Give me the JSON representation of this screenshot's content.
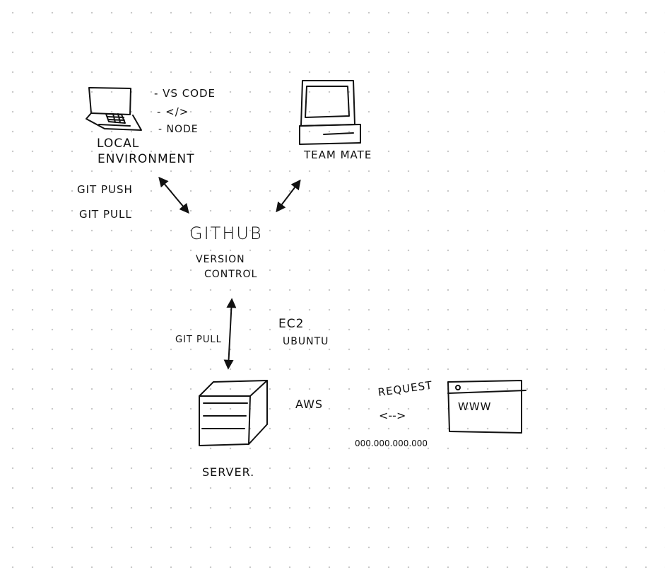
{
  "nodes": {
    "local": {
      "title_line1": "LOCAL",
      "title_line2": "ENVIRONMENT",
      "tools": [
        "- VS CODE",
        "- </>",
        "- NODE"
      ]
    },
    "teammate": {
      "title": "TEAM MATE"
    },
    "github": {
      "title": "GITHUB",
      "subtitle_line1": "VERSION",
      "subtitle_line2": "CONTROL"
    },
    "server": {
      "title": "SERVER."
    },
    "ec2": {
      "line1": "EC2",
      "line2": "UBUNTU"
    },
    "aws": {
      "title": "AWS"
    },
    "browser": {
      "label": "WWW"
    }
  },
  "edges": {
    "local_github": {
      "line1": "GIT PUSH",
      "line2": "GIT PULL"
    },
    "github_server": {
      "label": "GIT PULL"
    },
    "request": {
      "label": "REQUEST",
      "arrow": "<-->",
      "ip": "000.000.000.000"
    }
  }
}
